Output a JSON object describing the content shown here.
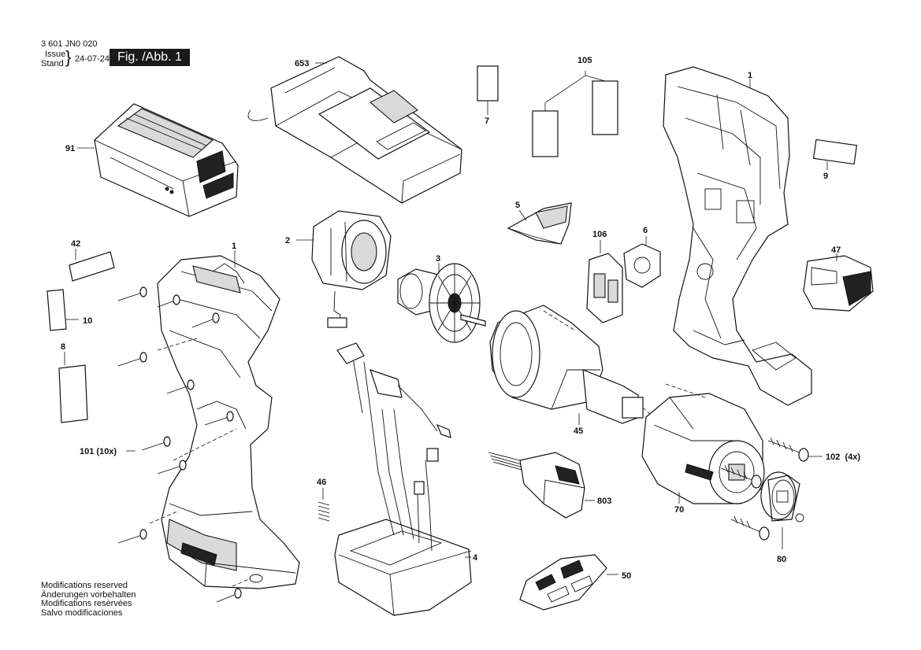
{
  "header": {
    "doc_number": "3 601 JN0 020",
    "issue_label": "Issue",
    "stand_label": "Stand",
    "date": "24-07-24",
    "figure_label": "Fig. /Abb. 1"
  },
  "footer": {
    "notes": [
      "Modifications reserved",
      "Änderungen vorbehalten",
      "Modifications resèrvées",
      "Salvo modificaciones"
    ]
  },
  "callouts": {
    "p653": "653",
    "p105": "105",
    "p1_top": "1",
    "p91": "91",
    "p7": "7",
    "p9": "9",
    "p5": "5",
    "p106": "106",
    "p6": "6",
    "p47": "47",
    "p2": "2",
    "p3": "3",
    "p42": "42",
    "p1_left": "1",
    "p10": "10",
    "p8": "8",
    "p45": "45",
    "p101": "101 (10x)",
    "p102": "102  (4x)",
    "p46": "46",
    "p803": "803",
    "p70": "70",
    "p4": "4",
    "p80": "80",
    "p50": "50"
  }
}
